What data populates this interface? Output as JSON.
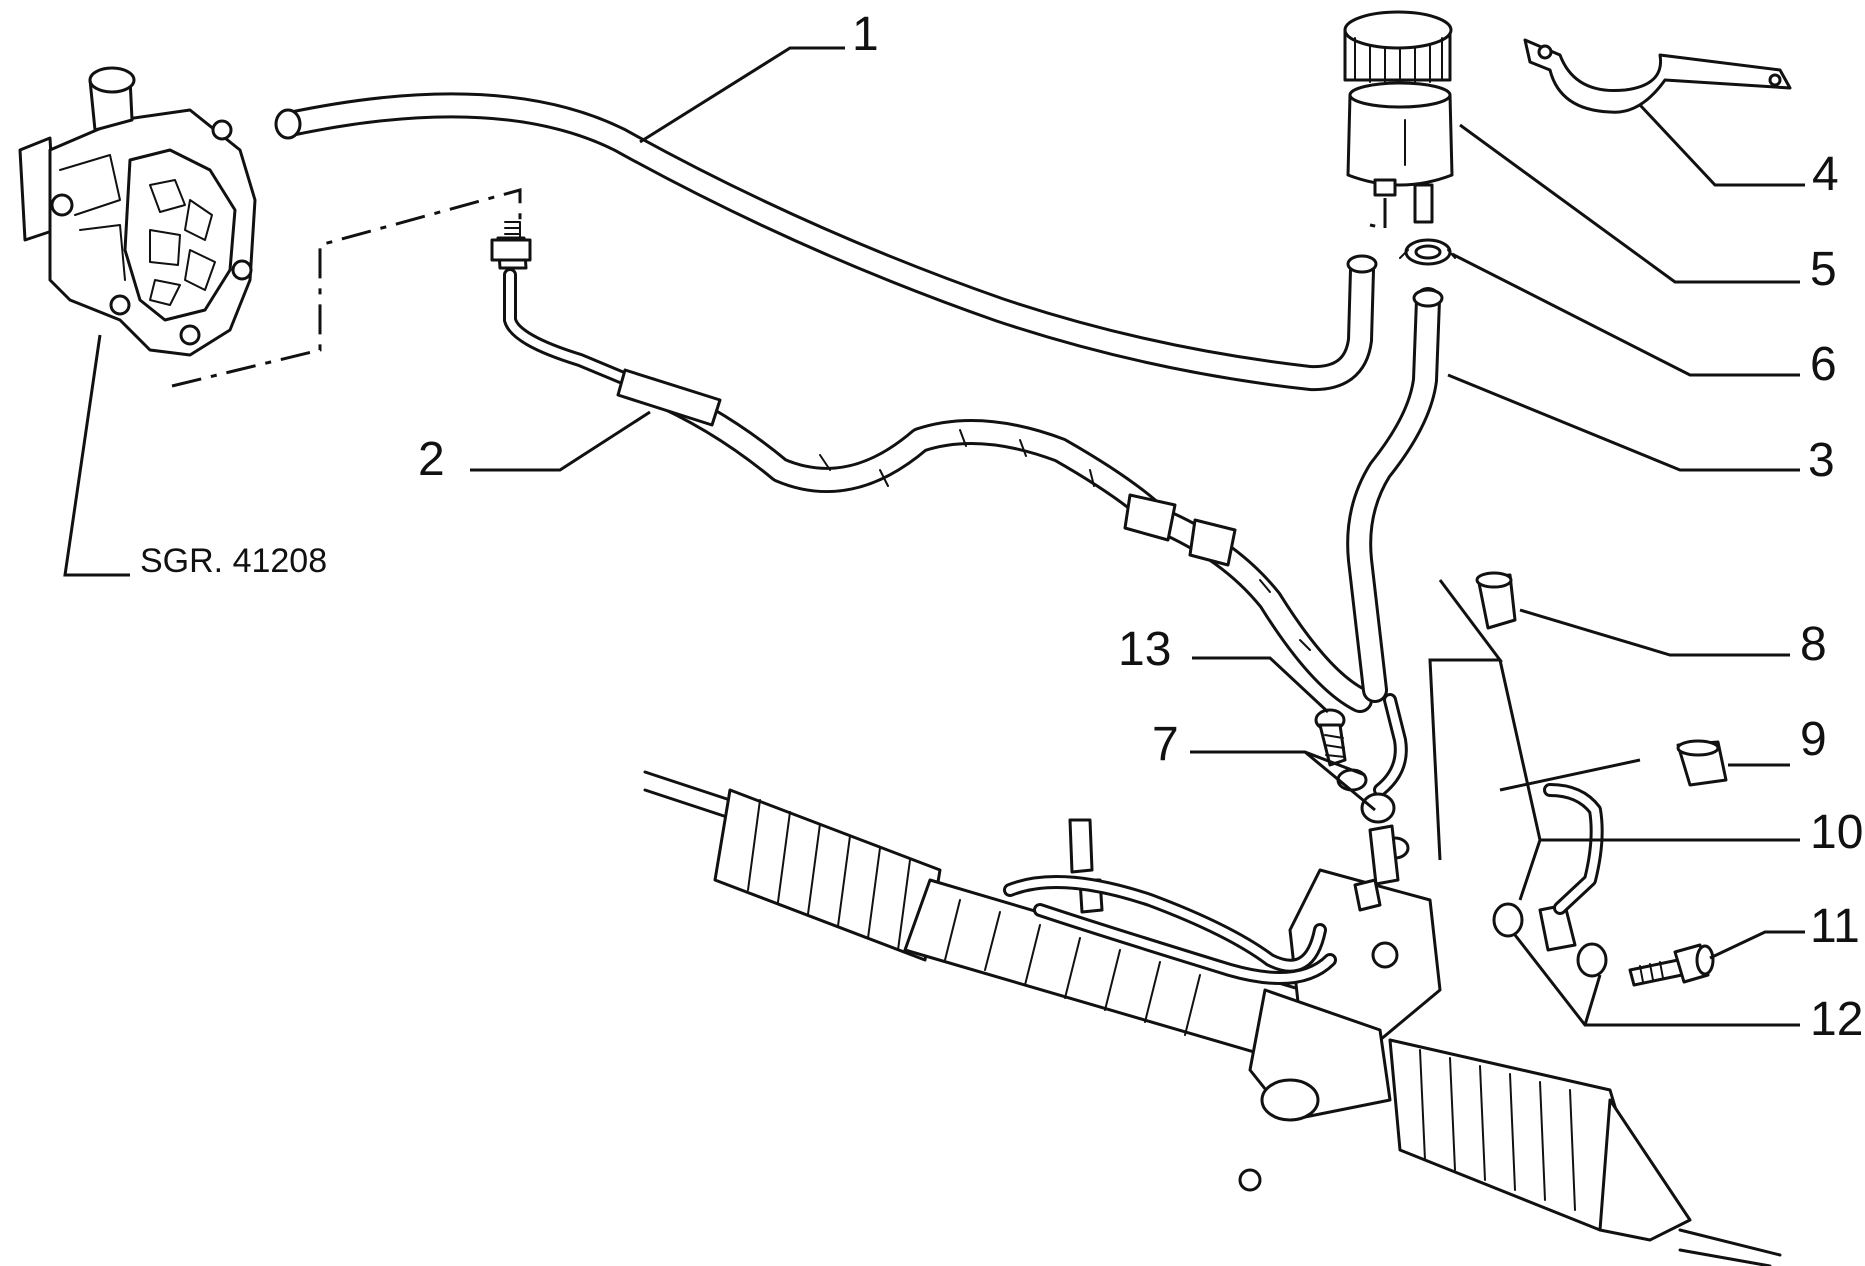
{
  "diagram": {
    "reference_note": "SGR. 41208",
    "callouts": [
      {
        "id": "1",
        "label": "1"
      },
      {
        "id": "2",
        "label": "2"
      },
      {
        "id": "3",
        "label": "3"
      },
      {
        "id": "4",
        "label": "4"
      },
      {
        "id": "5",
        "label": "5"
      },
      {
        "id": "6",
        "label": "6"
      },
      {
        "id": "7",
        "label": "7"
      },
      {
        "id": "8",
        "label": "8"
      },
      {
        "id": "9",
        "label": "9"
      },
      {
        "id": "10",
        "label": "10"
      },
      {
        "id": "11",
        "label": "11"
      },
      {
        "id": "12",
        "label": "12"
      },
      {
        "id": "13",
        "label": "13"
      }
    ]
  }
}
